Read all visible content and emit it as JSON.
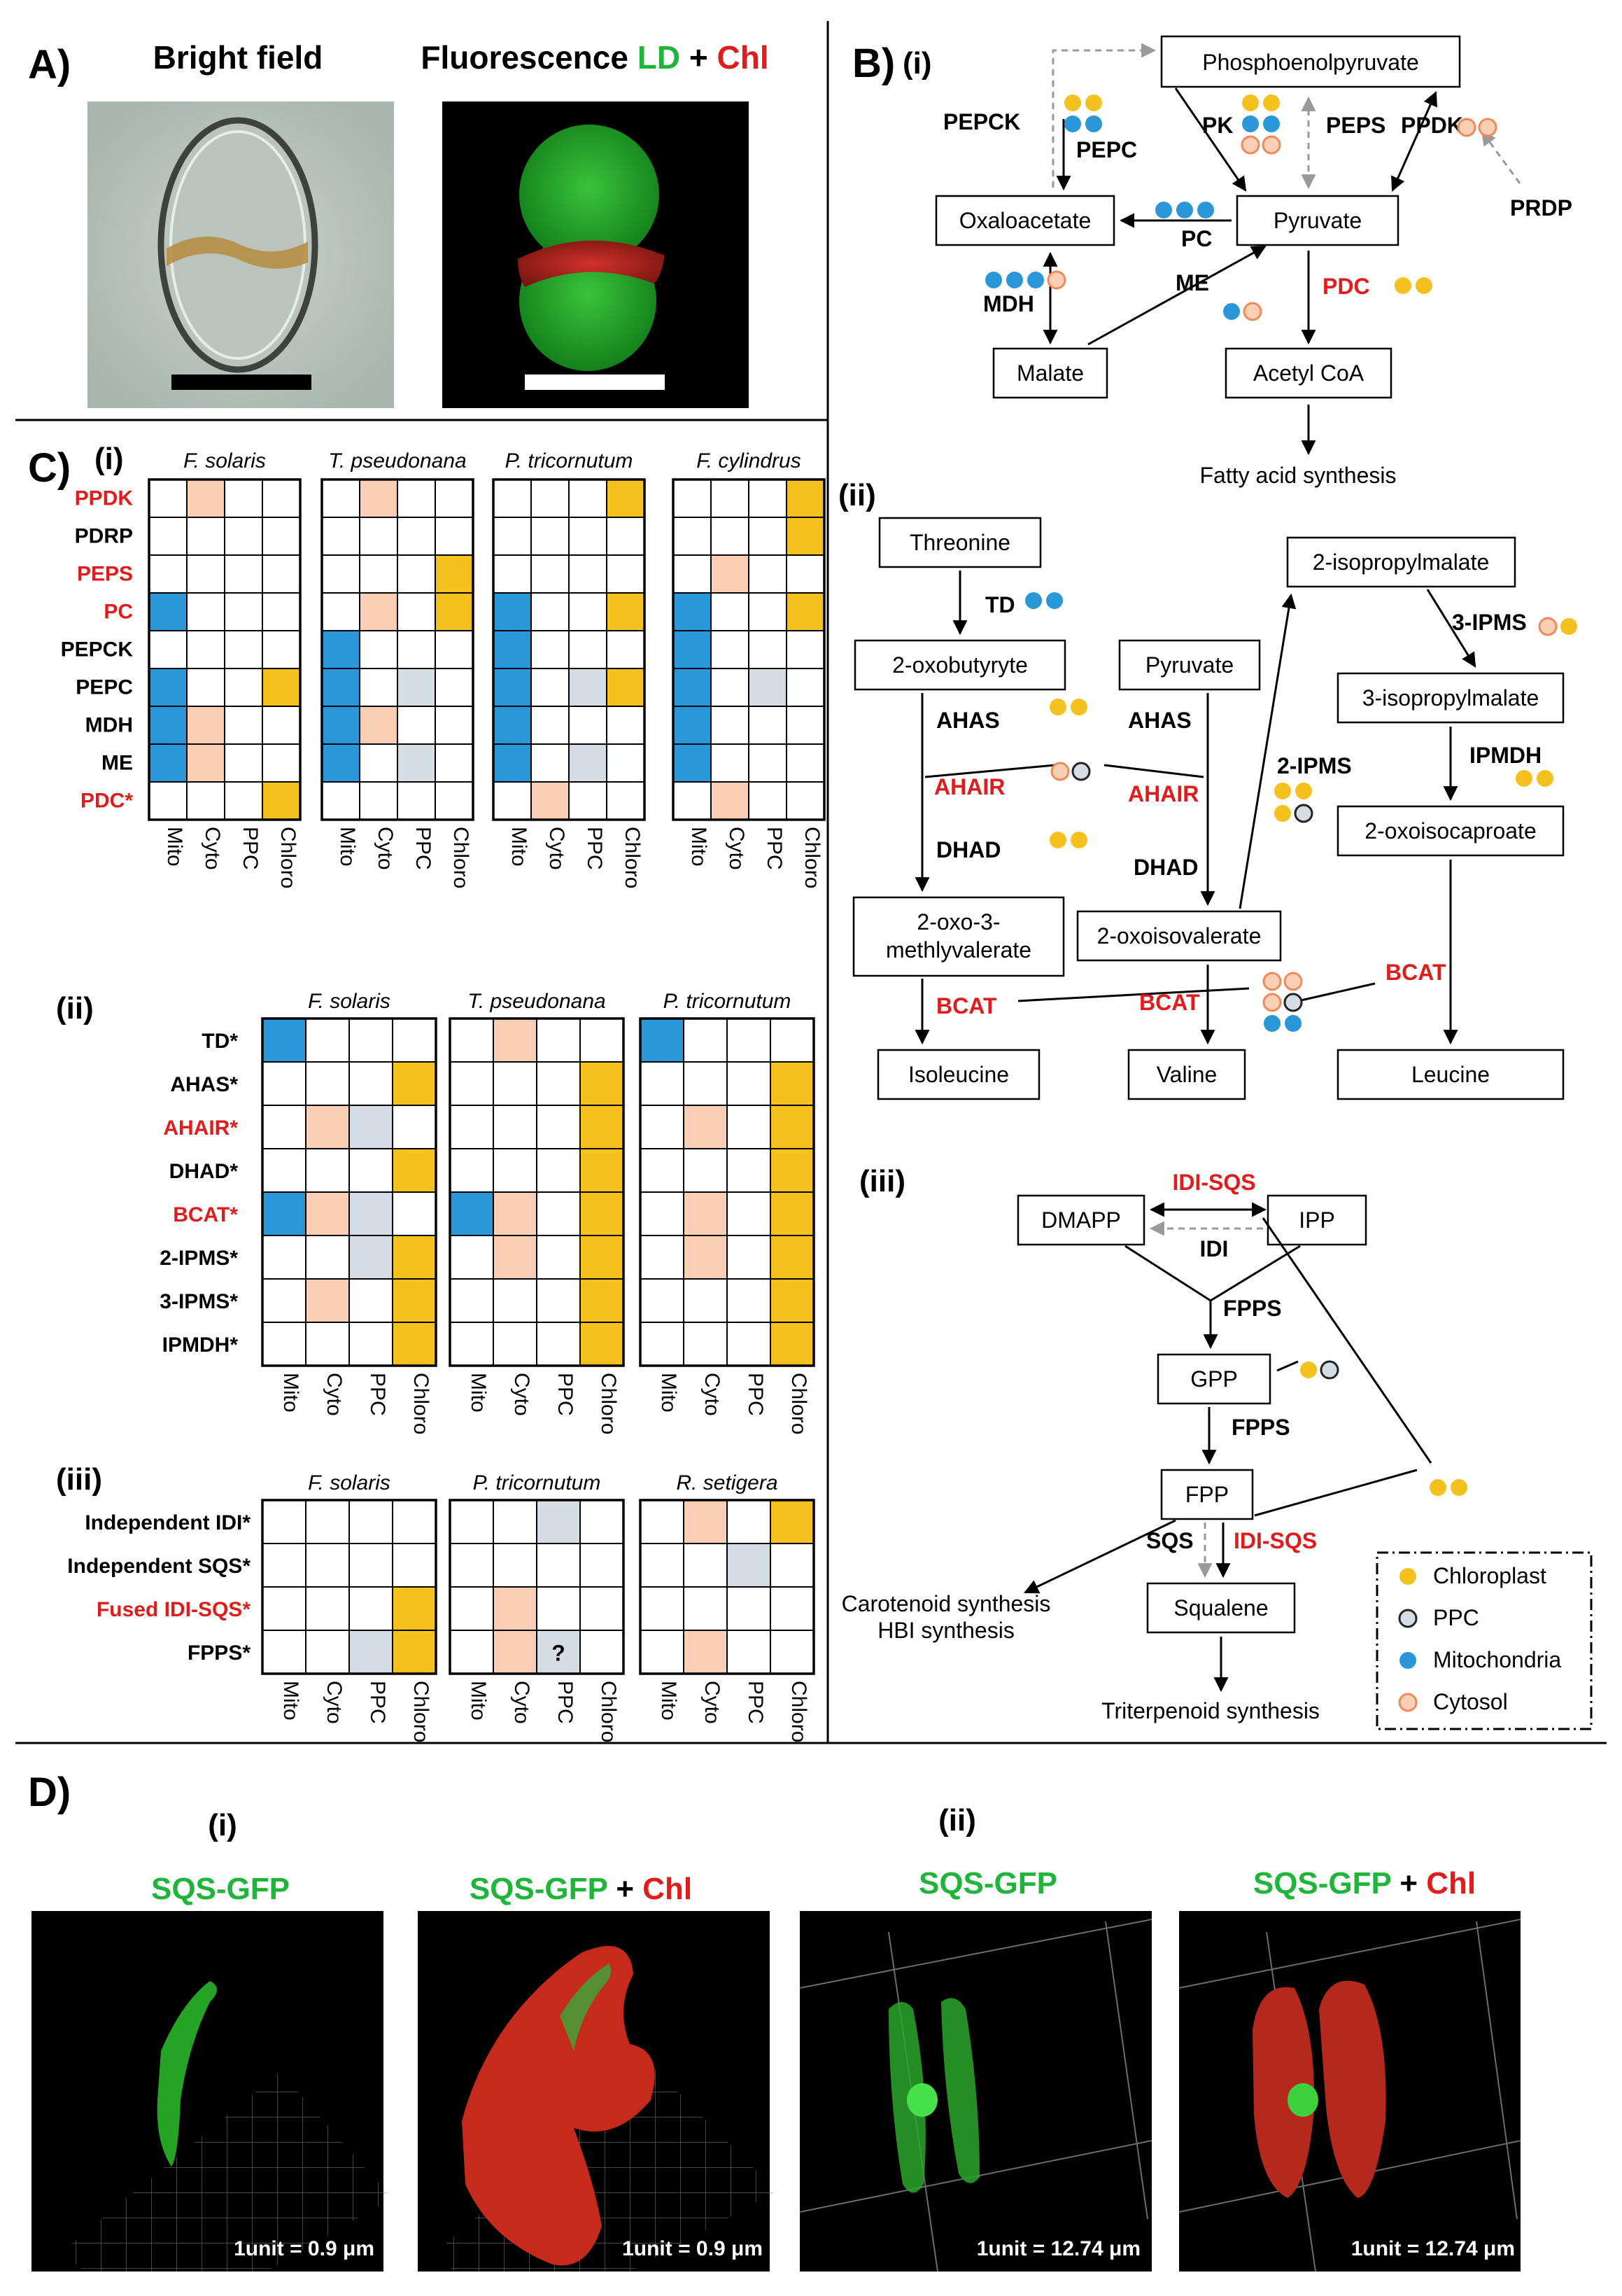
{
  "panelA": {
    "letter": "A)",
    "bf_title": "Bright field",
    "fl_title_prefix": "Fluorescence",
    "fl_ld": "LD",
    "fl_plus": "+",
    "fl_chl": "Chl"
  },
  "panelB": {
    "letter": "B)",
    "sub_i": "(i)",
    "sub_ii": "(ii)",
    "sub_iii": "(iii)",
    "i": {
      "pep": "Phosphoenolpyruvate",
      "oaa": "Oxaloacetate",
      "pyr": "Pyruvate",
      "malate": "Malate",
      "acetyl": "Acetyl CoA",
      "fas": "Fatty acid synthesis",
      "pepck": "PEPCK",
      "pepc": "PEPC",
      "pk": "PK",
      "peps": "PEPS",
      "ppdk": "PPDK",
      "prdp": "PRDP",
      "pc": "PC",
      "mdh": "MDH",
      "me": "ME",
      "pdc": "PDC"
    },
    "ii": {
      "thr": "Threonine",
      "oxobut": "2-oxobutyryte",
      "pyr": "Pyruvate",
      "ipm2": "2-isopropylmalate",
      "ipm3": "3-isopropylmalate",
      "oxoisocap": "2-oxoisocaproate",
      "oxomet1": "2-oxo-3-",
      "oxomet2": "methlyvalerate",
      "oxoiso": "2-oxoisovalerate",
      "ile": "Isoleucine",
      "val": "Valine",
      "leu": "Leucine",
      "td": "TD",
      "ahas": "AHAS",
      "ahair": "AHAIR",
      "dhad": "DHAD",
      "bcat": "BCAT",
      "ipms2": "2-IPMS",
      "ipms3": "3-IPMS",
      "ipmdh": "IPMDH"
    },
    "iii": {
      "dmapp": "DMAPP",
      "ipp": "IPP",
      "idisqs": "IDI-SQS",
      "idi": "IDI",
      "fpps": "FPPS",
      "gpp": "GPP",
      "fpp": "FPP",
      "sqs": "SQS",
      "squalene": "Squalene",
      "carot1": "Carotenoid synthesis",
      "carot2": "HBI synthesis",
      "triterp": "Triterpenoid synthesis"
    },
    "legend": [
      {
        "label": "Chloroplast",
        "kind": "chloro"
      },
      {
        "label": "PPC",
        "kind": "ppc"
      },
      {
        "label": "Mitochondria",
        "kind": "mito"
      },
      {
        "label": "Cytosol",
        "kind": "cyto"
      }
    ]
  },
  "panelC": {
    "letter": "C)",
    "colors": {
      "mito": "#2a97d8",
      "cyto": "#fbcfb5",
      "ppc": "#d4dce4",
      "chloro": "#f5c11f"
    },
    "columns": [
      "Mito",
      "Cyto",
      "PPC",
      "Chloro"
    ],
    "sections": [
      {
        "label": "(i)",
        "rows": [
          {
            "label": "PPDK",
            "red": true
          },
          {
            "label": "PDRP",
            "red": false
          },
          {
            "label": "PEPS",
            "red": true
          },
          {
            "label": "PC",
            "red": true
          },
          {
            "label": "PEPCK",
            "red": false
          },
          {
            "label": "PEPC",
            "red": false
          },
          {
            "label": "MDH",
            "red": false
          },
          {
            "label": "ME",
            "red": false
          },
          {
            "label": "PDC*",
            "red": true
          }
        ],
        "species": [
          {
            "name": "F. solaris",
            "cells": [
              [
                0,
                1,
                0,
                0
              ],
              [
                0,
                0,
                0,
                0
              ],
              [
                0,
                0,
                0,
                0
              ],
              [
                1,
                0,
                0,
                0
              ],
              [
                0,
                0,
                0,
                0
              ],
              [
                1,
                0,
                0,
                1
              ],
              [
                1,
                1,
                0,
                0
              ],
              [
                1,
                1,
                0,
                0
              ],
              [
                0,
                0,
                0,
                1
              ]
            ]
          },
          {
            "name": "T. pseudonana",
            "cells": [
              [
                0,
                1,
                0,
                0
              ],
              [
                0,
                0,
                0,
                0
              ],
              [
                0,
                0,
                0,
                1
              ],
              [
                0,
                1,
                0,
                1
              ],
              [
                1,
                0,
                0,
                0
              ],
              [
                1,
                0,
                1,
                0
              ],
              [
                1,
                1,
                0,
                0
              ],
              [
                1,
                0,
                1,
                0
              ],
              [
                0,
                0,
                0,
                0
              ]
            ]
          },
          {
            "name": "P. tricornutum",
            "cells": [
              [
                0,
                0,
                0,
                1
              ],
              [
                0,
                0,
                0,
                0
              ],
              [
                0,
                0,
                0,
                0
              ],
              [
                1,
                0,
                0,
                1
              ],
              [
                1,
                0,
                0,
                0
              ],
              [
                1,
                0,
                1,
                1
              ],
              [
                1,
                0,
                0,
                0
              ],
              [
                1,
                0,
                1,
                0
              ],
              [
                0,
                1,
                0,
                0
              ]
            ]
          },
          {
            "name": "F. cylindrus",
            "cells": [
              [
                0,
                0,
                0,
                1
              ],
              [
                0,
                0,
                0,
                1
              ],
              [
                0,
                1,
                0,
                0
              ],
              [
                1,
                0,
                0,
                1
              ],
              [
                1,
                0,
                0,
                0
              ],
              [
                1,
                0,
                1,
                0
              ],
              [
                1,
                0,
                0,
                0
              ],
              [
                1,
                0,
                0,
                0
              ],
              [
                0,
                1,
                0,
                0
              ]
            ]
          }
        ]
      },
      {
        "label": "(ii)",
        "rows": [
          {
            "label": "TD*",
            "red": false
          },
          {
            "label": "AHAS*",
            "red": false
          },
          {
            "label": "AHAIR*",
            "red": true
          },
          {
            "label": "DHAD*",
            "red": false
          },
          {
            "label": "BCAT*",
            "red": true
          },
          {
            "label": "2-IPMS*",
            "red": false
          },
          {
            "label": "3-IPMS*",
            "red": false
          },
          {
            "label": "IPMDH*",
            "red": false
          }
        ],
        "species": [
          {
            "name": "F. solaris",
            "cells": [
              [
                1,
                0,
                0,
                0
              ],
              [
                0,
                0,
                0,
                1
              ],
              [
                0,
                1,
                1,
                0
              ],
              [
                0,
                0,
                0,
                1
              ],
              [
                1,
                1,
                1,
                0
              ],
              [
                0,
                0,
                1,
                1
              ],
              [
                0,
                1,
                0,
                1
              ],
              [
                0,
                0,
                0,
                1
              ]
            ]
          },
          {
            "name": "T. pseudonana",
            "cells": [
              [
                0,
                1,
                0,
                0
              ],
              [
                0,
                0,
                0,
                1
              ],
              [
                0,
                0,
                0,
                1
              ],
              [
                0,
                0,
                0,
                1
              ],
              [
                1,
                1,
                0,
                1
              ],
              [
                0,
                1,
                0,
                1
              ],
              [
                0,
                0,
                0,
                1
              ],
              [
                0,
                0,
                0,
                1
              ]
            ]
          },
          {
            "name": "P. tricornutum",
            "cells": [
              [
                1,
                0,
                0,
                0
              ],
              [
                0,
                0,
                0,
                1
              ],
              [
                0,
                1,
                0,
                1
              ],
              [
                0,
                0,
                0,
                1
              ],
              [
                0,
                1,
                0,
                1
              ],
              [
                0,
                1,
                0,
                1
              ],
              [
                0,
                0,
                0,
                1
              ],
              [
                0,
                0,
                0,
                1
              ]
            ]
          }
        ]
      },
      {
        "label": "(iii)",
        "rows": [
          {
            "label": "Independent IDI*",
            "red": false
          },
          {
            "label": "Independent SQS*",
            "red": false
          },
          {
            "label": "Fused IDI-SQS*",
            "red": true
          },
          {
            "label": "FPPS*",
            "red": false
          }
        ],
        "species": [
          {
            "name": "F. solaris",
            "cells": [
              [
                0,
                0,
                0,
                0
              ],
              [
                0,
                0,
                0,
                0
              ],
              [
                0,
                0,
                0,
                1
              ],
              [
                0,
                0,
                1,
                1
              ]
            ]
          },
          {
            "name": "P. tricornutum",
            "cells": [
              [
                0,
                0,
                1,
                0
              ],
              [
                0,
                0,
                0,
                0
              ],
              [
                0,
                1,
                0,
                0
              ],
              [
                0,
                1,
                1,
                0
              ]
            ]
          },
          {
            "name": "R. setigera",
            "cells": [
              [
                0,
                1,
                0,
                1
              ],
              [
                0,
                0,
                1,
                0
              ],
              [
                0,
                0,
                0,
                0
              ],
              [
                0,
                1,
                0,
                0
              ]
            ]
          }
        ]
      }
    ],
    "question": "?"
  },
  "panelD": {
    "letter": "D)",
    "sub_i": "(i)",
    "sub_ii": "(ii)",
    "sqs_gfp": "SQS-GFP",
    "plus": "+",
    "chl": "Chl",
    "scale_i": "1unit = 0.9 μm",
    "scale_ii": "1unit = 12.74 μm"
  }
}
